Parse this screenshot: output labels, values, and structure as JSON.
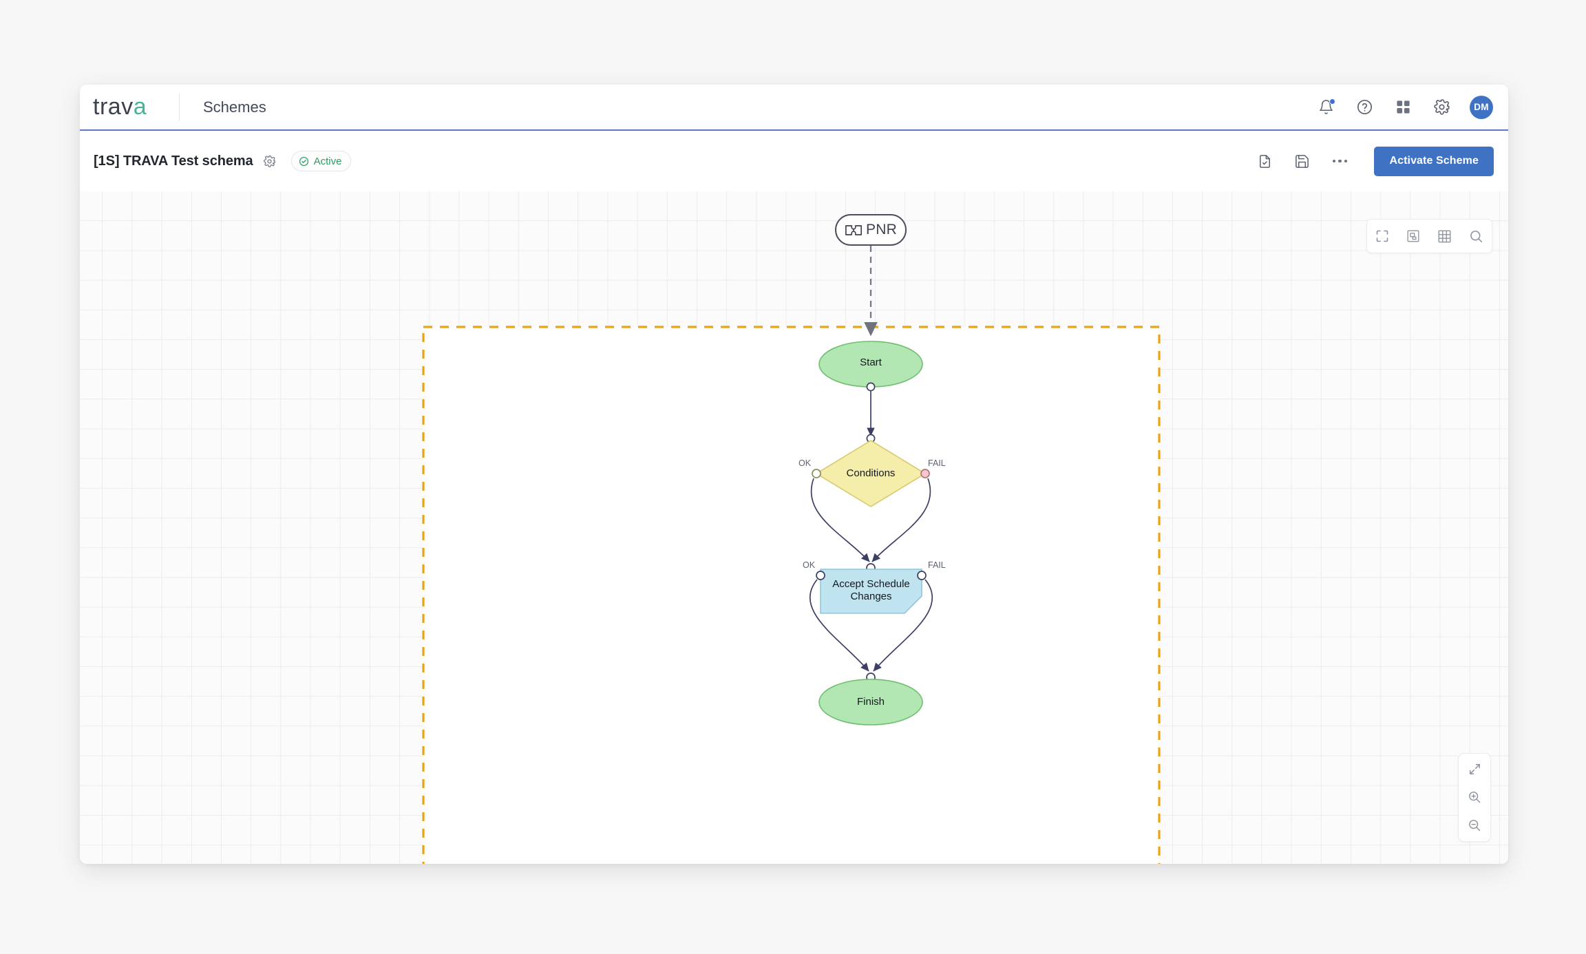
{
  "app": {
    "brand": "trav",
    "brand_accent_letter": "a",
    "page_title": "Schemes",
    "accent_color": "#4072c4",
    "brand_accent_color": "#46b39a"
  },
  "header": {
    "icons": [
      {
        "name": "notifications-icon",
        "label": "bell-icon",
        "badge": true
      },
      {
        "name": "help-icon",
        "label": "question-circle-icon"
      },
      {
        "name": "apps-icon",
        "label": "grid-apps-icon"
      },
      {
        "name": "settings-icon",
        "label": "gear-icon"
      }
    ],
    "avatar_initials": "DM"
  },
  "toolbar": {
    "scheme_name": "[1S] TRAVA Test schema",
    "settings_icon": "gear-icon",
    "status_label": "Active",
    "status_color": "#2c9e63",
    "export_icon": "document-check-icon",
    "save_icon": "floppy-save-icon",
    "more_icon": "ellipsis-icon",
    "activate_label": "Activate Scheme"
  },
  "canvas": {
    "tools": [
      {
        "name": "fit-screen-icon",
        "label": "Fit to screen"
      },
      {
        "name": "minimap-icon",
        "label": "Minimap"
      },
      {
        "name": "grid-icon",
        "label": "Grid"
      },
      {
        "name": "search-icon",
        "label": "Search"
      }
    ],
    "zoom_tools": [
      {
        "name": "expand-icon",
        "label": "Expand"
      },
      {
        "name": "zoom-in-icon",
        "label": "Zoom in"
      },
      {
        "name": "zoom-out-icon",
        "label": "Zoom out"
      }
    ],
    "pnr_chip": {
      "label": "PNR",
      "icon": "ticket-icon"
    },
    "region": {
      "border_color": "#e8a317",
      "style": "dashed"
    }
  },
  "diagram": {
    "nodes": [
      {
        "id": "start",
        "label": "Start",
        "shape": "ellipse",
        "fill": "#b2e6b2",
        "stroke": "#6fbe6f"
      },
      {
        "id": "conditions",
        "label": "Conditions",
        "shape": "diamond",
        "fill": "#f5edaa",
        "stroke": "#d6c96c"
      },
      {
        "id": "accept",
        "label": "Accept Schedule Changes",
        "shape": "rectangle",
        "fill": "#bfe4ef",
        "stroke": "#8dc7d8"
      },
      {
        "id": "finish",
        "label": "Finish",
        "shape": "ellipse",
        "fill": "#b2e6b2",
        "stroke": "#6fbe6f"
      }
    ],
    "port_labels": {
      "conditions_ok": "OK",
      "conditions_fail": "FAIL",
      "accept_ok": "OK",
      "accept_fail": "FAIL"
    },
    "edges": [
      {
        "from": "pnr",
        "to": "start",
        "style": "dashed"
      },
      {
        "from": "start",
        "to": "conditions",
        "style": "solid"
      },
      {
        "from": "conditions",
        "to": "accept",
        "style": "solid",
        "port": "OK"
      },
      {
        "from": "conditions",
        "to": "accept",
        "style": "solid",
        "port": "FAIL"
      },
      {
        "from": "accept",
        "to": "finish",
        "style": "solid",
        "port": "OK"
      },
      {
        "from": "accept",
        "to": "finish",
        "style": "solid",
        "port": "FAIL"
      }
    ]
  }
}
